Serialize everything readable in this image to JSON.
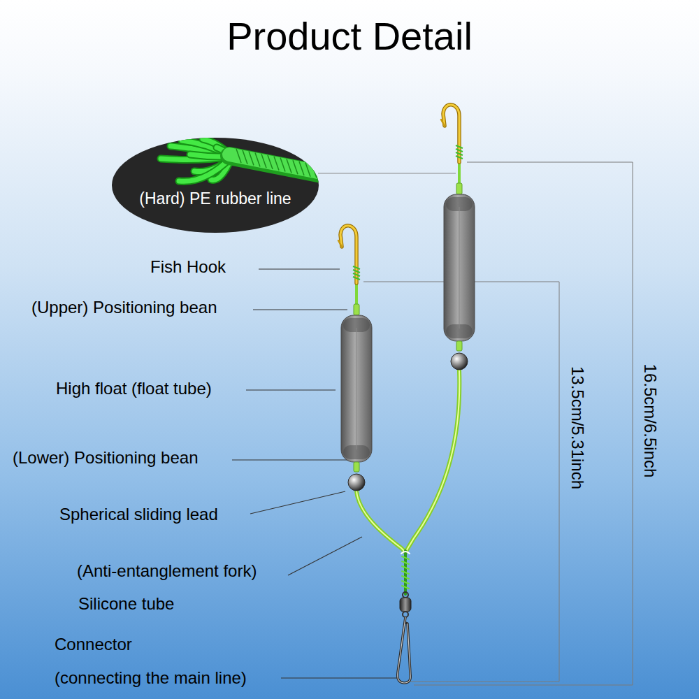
{
  "diagram": {
    "title": "Product Detail",
    "nodes": [
      {
        "text": [
          "(Hard) PE rubber line"
        ]
      }
    ],
    "labels": [
      "Fish Hook",
      "(Upper) Positioning bean",
      "High float (float tube)",
      "(Lower) Positioning bean",
      "Spherical sliding lead",
      "(Anti-entanglement fork)",
      "Silicone tube",
      "Connector",
      "(connecting the main line)",
      "13.5cm/5.31inch",
      "16.5cm/6.5inch"
    ]
  }
}
